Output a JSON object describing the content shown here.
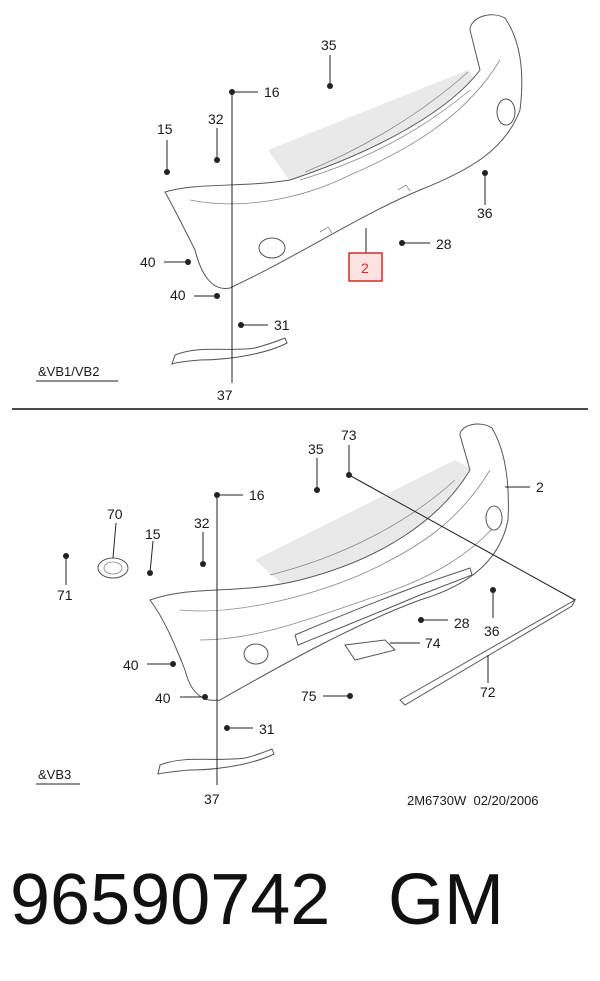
{
  "diagram": {
    "upper": {
      "callouts": [
        "35",
        "16",
        "15",
        "32",
        "36",
        "40",
        "28",
        "40",
        "31",
        "37"
      ],
      "highlighted_callout": "2",
      "variant_label": "&VB1/VB2"
    },
    "lower": {
      "callouts": [
        "73",
        "35",
        "16",
        "70",
        "32",
        "15",
        "2",
        "71",
        "28",
        "36",
        "74",
        "40",
        "40",
        "75",
        "72",
        "31",
        "37"
      ],
      "variant_label": "&VB3",
      "drawing_ref": "2M6730W  02/20/2006"
    },
    "part_number": "96590742",
    "brand": "GM",
    "colors": {
      "highlight": "#d02b2b",
      "highlight_fill": "#fde2e2",
      "line": "#222222"
    }
  }
}
